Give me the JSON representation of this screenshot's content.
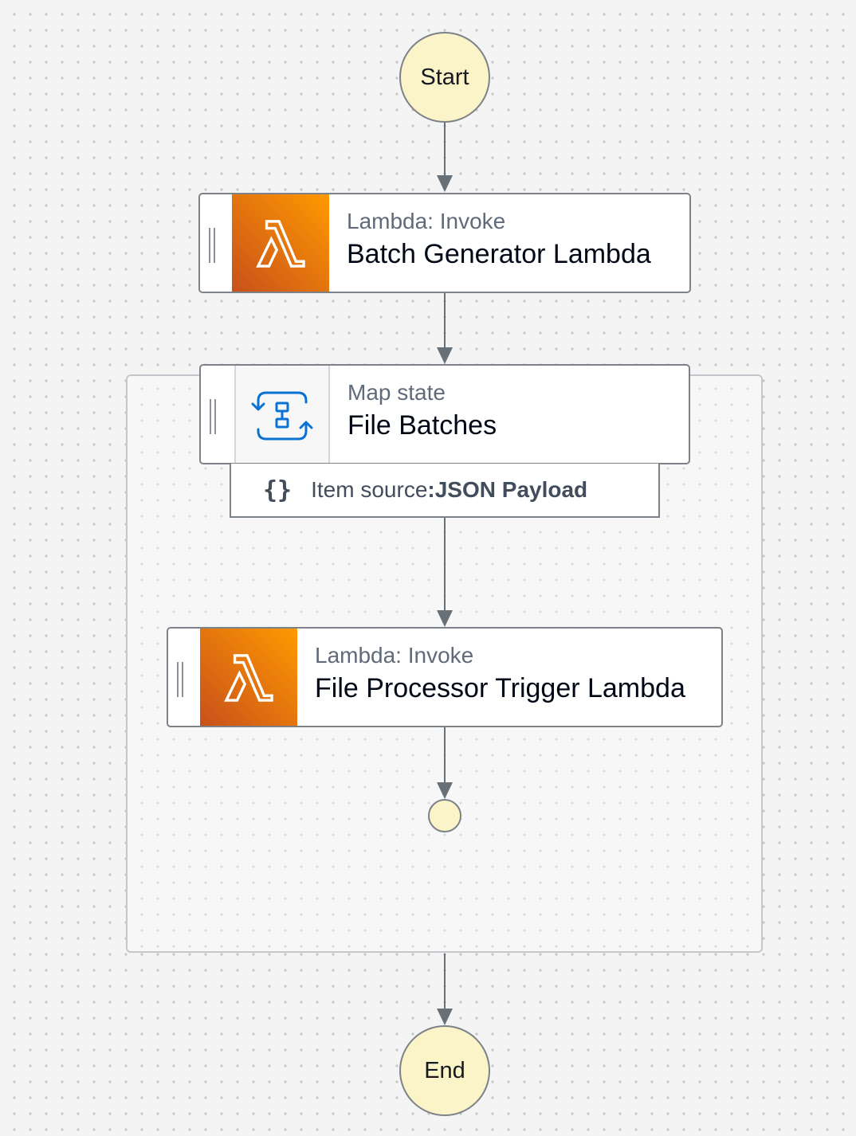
{
  "workflow": {
    "start": {
      "label": "Start"
    },
    "end": {
      "label": "End"
    },
    "batch_generator": {
      "type": "Lambda: Invoke",
      "name": "Batch Generator Lambda",
      "icon": "lambda-icon"
    },
    "file_batches": {
      "type": "Map state",
      "name": "File Batches",
      "icon": "map-state-icon",
      "item_source_label": "Item source",
      "item_source_sep": ": ",
      "item_source_value": "JSON Payload",
      "item_source_icon": "braces-icon",
      "item_source_glyph": "{}"
    },
    "file_processor": {
      "type": "Lambda: Invoke",
      "name": "File Processor Trigger Lambda",
      "icon": "lambda-icon"
    }
  },
  "colors": {
    "lambda_gradient_start": "#c8511b",
    "lambda_gradient_end": "#ff9900",
    "terminal_fill": "#fbf4c9",
    "map_icon": "#0972d3",
    "connector": "#687078"
  }
}
